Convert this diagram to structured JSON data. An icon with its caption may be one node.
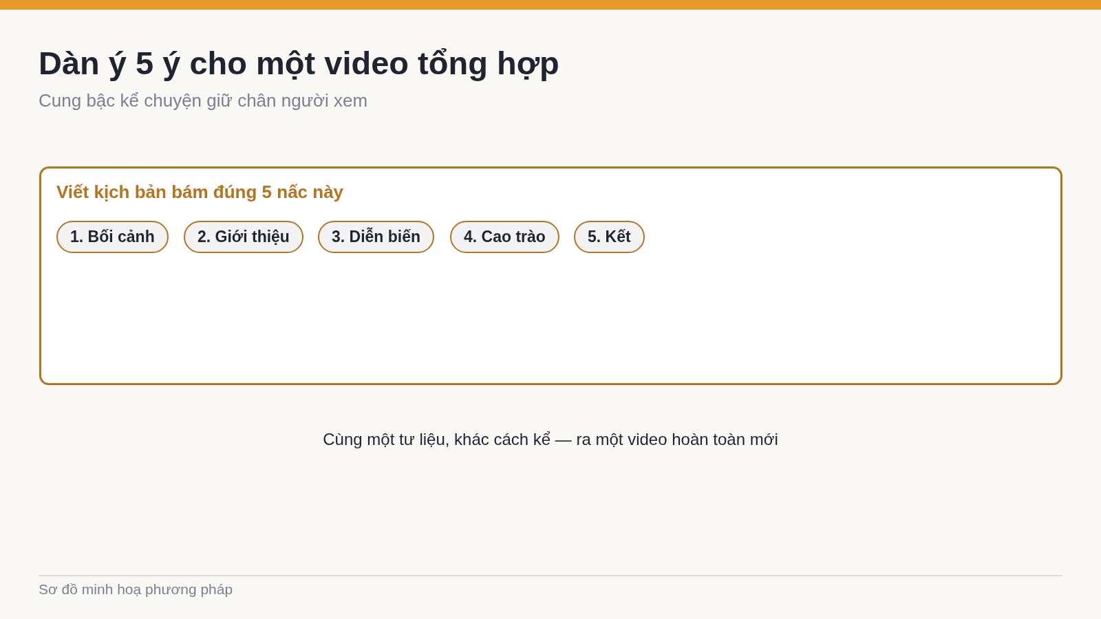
{
  "diagram": {
    "title": "Dàn ý 5 ý cho một video tổng hợp",
    "nodes": [
      {
        "text": [
          "Viết kịch bản bám đúng 5 nấc này"
        ]
      },
      {
        "text": [
          "1. Bối cảnh"
        ],
        "in": 0
      },
      {
        "text": [
          "2. Giới thiệu"
        ],
        "in": 0
      },
      {
        "text": [
          "3. Diễn biến"
        ],
        "in": 0
      },
      {
        "text": [
          "4. Cao trào"
        ],
        "in": 0
      },
      {
        "text": [
          "5. Kết"
        ],
        "in": 0
      }
    ],
    "labels": [
      "Cung bậc kể chuyện giữ chân người xem",
      "Cùng một tư liệu, khác cách kể — ra một video hoàn toàn mới",
      "Sơ đồ minh hoạ phương pháp"
    ]
  }
}
